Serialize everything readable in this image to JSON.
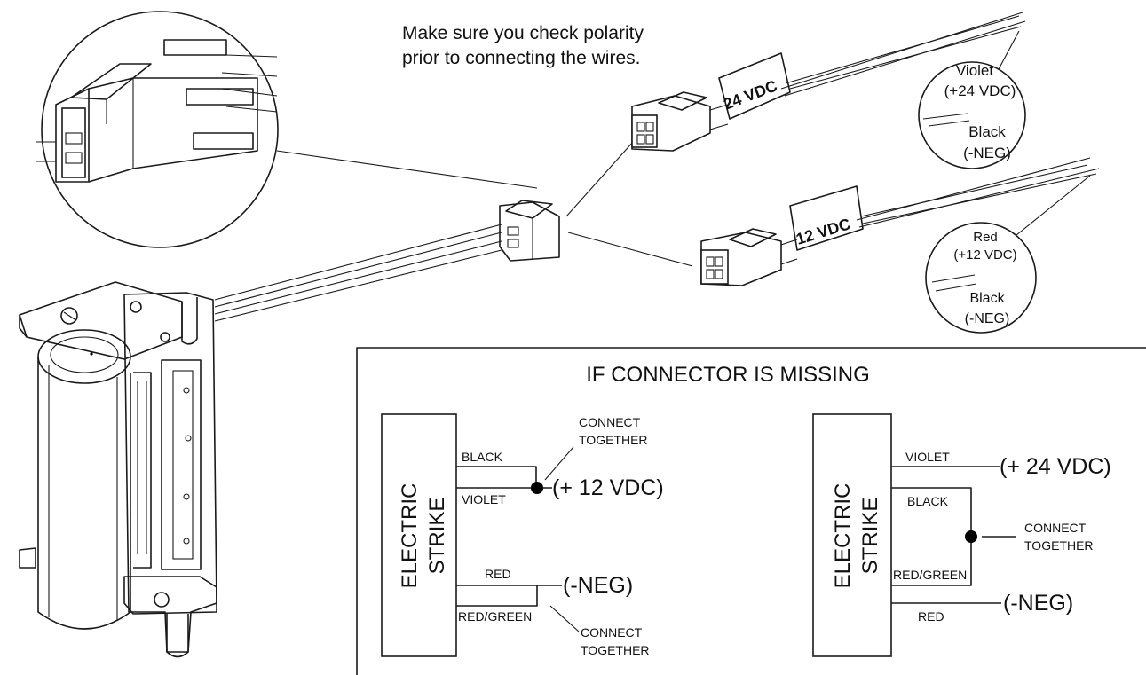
{
  "note": {
    "line1": "Make sure you check polarity",
    "line2": "prior to connecting the wires."
  },
  "connector_24": {
    "tag": "24 VDC",
    "wire1_label": "Violet",
    "wire1_value": "(+24 VDC)",
    "wire2_label": "Black",
    "wire2_value": "(-NEG)"
  },
  "connector_12": {
    "tag": "12 VDC",
    "wire1_label": "Red",
    "wire1_value": "(+12 VDC)",
    "wire2_label": "Black",
    "wire2_value": "(-NEG)"
  },
  "missing_panel": {
    "title": "IF CONNECTOR IS MISSING",
    "left": {
      "block_line1": "ELECTRIC",
      "block_line2": "STRIKE",
      "black": "BLACK",
      "violet": "VIOLET",
      "red": "RED",
      "red_green": "RED/GREEN",
      "connect1_line1": "CONNECT",
      "connect1_line2": "TOGETHER",
      "positive": "(+ 12 VDC)",
      "negative": "(-NEG)",
      "connect2_line1": "CONNECT",
      "connect2_line2": "TOGETHER"
    },
    "right": {
      "block_line1": "ELECTRIC",
      "block_line2": "STRIKE",
      "violet": "VIOLET",
      "black": "BLACK",
      "red_green": "RED/GREEN",
      "red": "RED",
      "positive": "(+ 24 VDC)",
      "negative": "(-NEG)",
      "connect_line1": "CONNECT",
      "connect_line2": "TOGETHER"
    }
  }
}
